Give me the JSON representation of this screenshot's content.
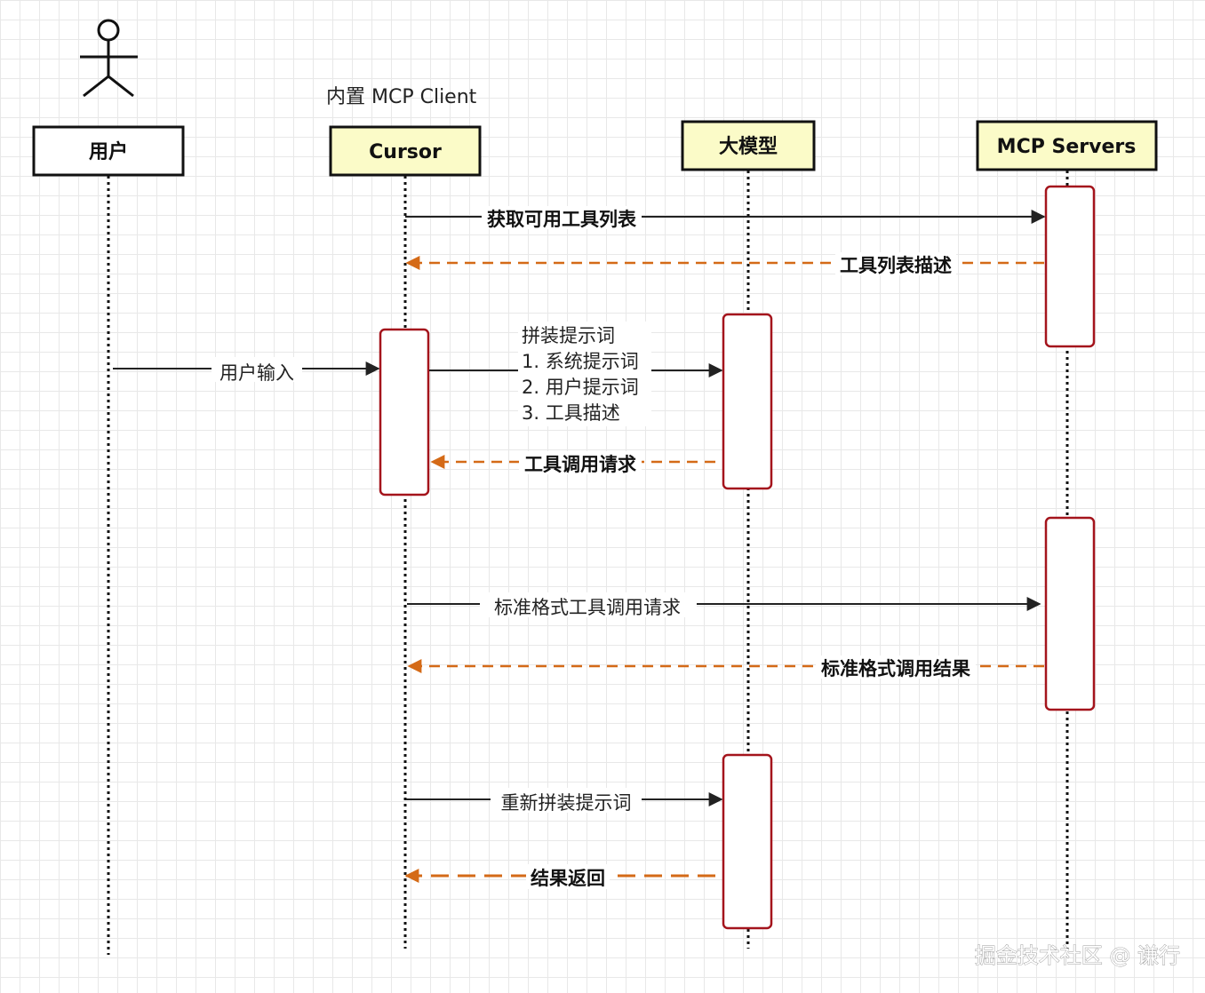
{
  "participants": {
    "user": "用户",
    "cursor": "Cursor",
    "llm": "大模型",
    "servers": "MCP Servers"
  },
  "annotations": {
    "builtin_client": "内置 MCP Client"
  },
  "messages": {
    "get_tools": "获取可用工具列表",
    "tools_desc": "工具列表描述",
    "user_input": "用户输入",
    "assemble_title": "拼装提示词",
    "assemble_items": [
      "1. 系统提示词",
      "2. 用户提示词",
      "3. 工具描述"
    ],
    "tool_call_request": "工具调用请求",
    "std_tool_call_request": "标准格式工具调用请求",
    "std_call_result": "标准格式调用结果",
    "reassemble": "重新拼装提示词",
    "result_return": "结果返回"
  },
  "watermark": "掘金技术社区 @ 谦行",
  "colors": {
    "box_fill_yellow": "#fbfbc8",
    "activation_border": "#a4141c",
    "return_arrow": "#d46a17"
  }
}
